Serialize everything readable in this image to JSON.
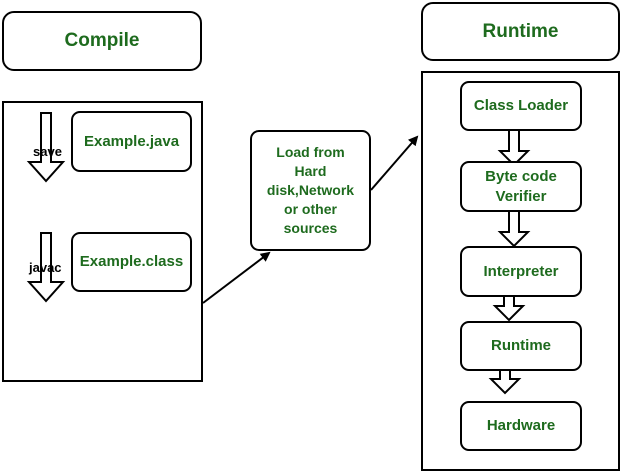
{
  "compile": {
    "title": "Compile",
    "source_file": "Example.java",
    "class_file": "Example.class",
    "save_label": "save",
    "javac_label": "javac"
  },
  "loader": {
    "text": "Load from\nHard\ndisk,Network\nor other\nsources"
  },
  "runtime": {
    "title": "Runtime",
    "steps": [
      "Class Loader",
      "Byte code\nVerifier",
      "Interpreter",
      "Runtime",
      "Hardware"
    ]
  },
  "colors": {
    "text_green": "#1e6b1e",
    "border": "#000000"
  }
}
